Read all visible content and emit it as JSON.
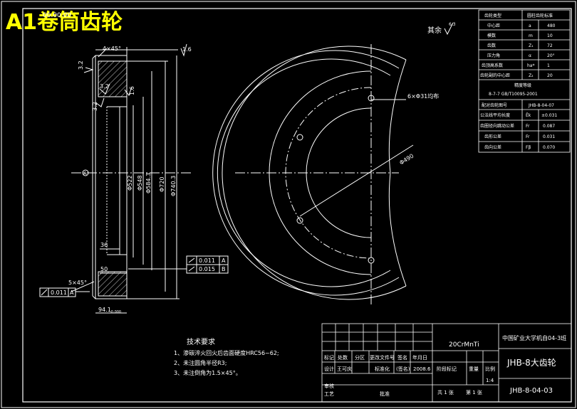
{
  "title": "A1卷筒齿轮",
  "roughness_other": "其余",
  "roughness_other_value": "6.3",
  "left_view": {
    "top_label": "00.00.00",
    "chamfer_top": "4×45°",
    "chamfer_bottom": "5×45°",
    "rough_top_right": "1.6",
    "rough_left": "3.2",
    "rough_inner_a": "3.2",
    "rough_inner_b": "1.6",
    "rough_inner_c": "3.2",
    "datum_label": "A",
    "dims_vertical": [
      "Φ522",
      "Φ548",
      "Φ584.3",
      "Φ720",
      "Φ740.3"
    ],
    "dim_36": "36",
    "dim_50": "50",
    "dim_94": "94.1",
    "dim_94_sub": "-0.000",
    "tol_left_value": "0.011",
    "tol_left_datum": "A",
    "tol_right": [
      {
        "value": "0.011",
        "datum": "A"
      },
      {
        "value": "0.015",
        "datum": "B"
      }
    ]
  },
  "right_view": {
    "holes_label": "6×Φ31均布",
    "radius_label": "Φ490"
  },
  "param_table": {
    "header": [
      "齿轮类型",
      "圆柱齿轮标准"
    ],
    "rows": [
      [
        "中心距",
        "a",
        "480"
      ],
      [
        "模数",
        "m",
        "10"
      ],
      [
        "齿数",
        "Z₁",
        "72"
      ],
      [
        "压力角",
        "α",
        "20°"
      ],
      [
        "齿顶高系数",
        "ha*",
        "1"
      ],
      [
        "齿轮副的中心距",
        "Z₂",
        "20"
      ]
    ],
    "precision_title": "精度等级",
    "precision_std": "8-7-7 GB/T10095-2001",
    "mate_row": [
      "配对齿轮图号",
      "JHB-8-04-07"
    ],
    "rows2": [
      [
        "公法线平均长度",
        "Ēk",
        "±0.031"
      ],
      [
        "齿圈径向跳动公差",
        "Fr",
        "0.087"
      ],
      [
        "齿形公差",
        "Fr",
        "0.031"
      ],
      [
        "齿向公差",
        "Fβ",
        "0.070"
      ]
    ]
  },
  "tech_req": {
    "title": "技术要求",
    "items": [
      "1、渗碳淬火回火后齿面硬度HRC56~62;",
      "2、未注圆角半径R3;",
      "3、未注倒角为1.5×45°。"
    ]
  },
  "title_block": {
    "material": "20CrMnTi",
    "school": "中国矿业大学机自04-3班",
    "part_name": "JHB-8大齿轮",
    "drawing_no": "JHB-8-04-03",
    "headers_row1": [
      "标记",
      "处数",
      "分区",
      "更改文件号",
      "签名",
      "年月日"
    ],
    "headers_row2": [
      "设计",
      "王可庆",
      "",
      "标准化",
      "(签名)",
      "2008.6"
    ],
    "stage_label": "阶段标记",
    "weight_label": "重量",
    "scale_label": "比例",
    "scale_value": "1:4",
    "review": "审核",
    "process": "工艺",
    "approve": "批准",
    "sheets": "共 1 张",
    "sheet": "第 1 张"
  }
}
